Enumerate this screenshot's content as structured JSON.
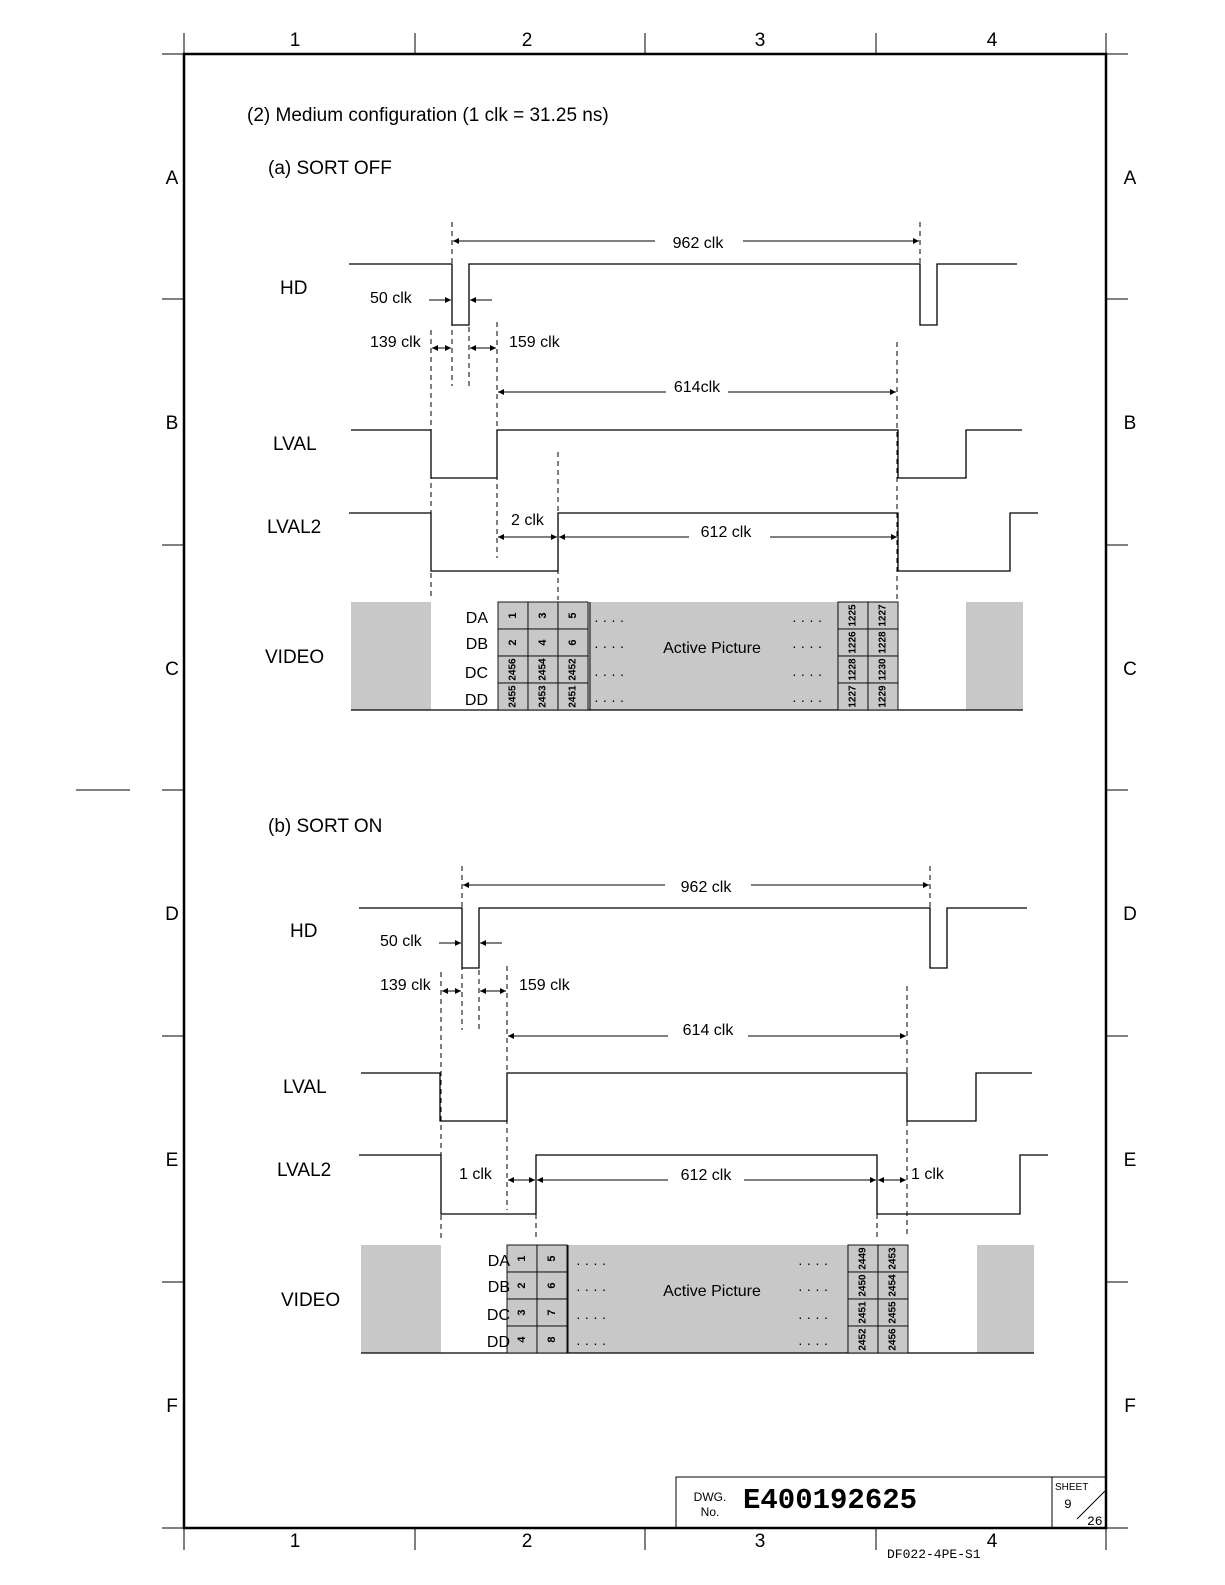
{
  "grid": {
    "columns": [
      "1",
      "2",
      "3",
      "4"
    ],
    "rows": [
      "A",
      "B",
      "C",
      "D",
      "E",
      "F"
    ]
  },
  "heading": "(2) Medium configuration  (1 clk = 31.25 ns)",
  "section_a": {
    "title": "(a) SORT  OFF",
    "hd_label": "HD",
    "lval_label": "LVAL",
    "lval2_label": "LVAL2",
    "video_label": "VIDEO",
    "period": "962 clk",
    "hd_pulse": "50 clk",
    "before": "139 clk",
    "after": "159 clk",
    "lval_width": "614clk",
    "offset": "2 clk",
    "lval2_width": "612 clk",
    "lanes": [
      "DA",
      "DB",
      "DC",
      "DD"
    ],
    "cols_left": [
      [
        "1",
        "2",
        "2456",
        "2455"
      ],
      [
        "3",
        "4",
        "2454",
        "2453"
      ],
      [
        "5",
        "6",
        "2452",
        "2451"
      ]
    ],
    "cols_right": [
      [
        "1225",
        "1226",
        "1228",
        "1227"
      ],
      [
        "1227",
        "1228",
        "1230",
        "1229"
      ]
    ],
    "active": "Active Picture",
    "ellipsis": "· · · ·"
  },
  "section_b": {
    "title": "(b) SORT ON",
    "hd_label": "HD",
    "lval_label": "LVAL",
    "lval2_label": "LVAL2",
    "video_label": "VIDEO",
    "period": "962 clk",
    "hd_pulse": "50 clk",
    "before": "139 clk",
    "after": "159 clk",
    "lval_width": "614 clk",
    "offset_left": "1 clk",
    "lval2_width": "612  clk",
    "offset_right": "1 clk",
    "lanes": [
      "DA",
      "DB",
      "DC",
      "DD"
    ],
    "cols_left": [
      [
        "1",
        "2",
        "3",
        "4"
      ],
      [
        "5",
        "6",
        "7",
        "8"
      ]
    ],
    "cols_right": [
      [
        "2449",
        "2450",
        "2451",
        "2452"
      ],
      [
        "2453",
        "2454",
        "2455",
        "2456"
      ]
    ],
    "active": "Active Picture",
    "ellipsis": "· · · ·"
  },
  "title_block": {
    "dwg_label_1": "DWG.",
    "dwg_label_2": "No.",
    "dwg_number": "E400192625",
    "sheet_label": "SHEET",
    "sheet_num": "9",
    "sheet_total": "26"
  },
  "form_code": "DF022-4PE-S1"
}
